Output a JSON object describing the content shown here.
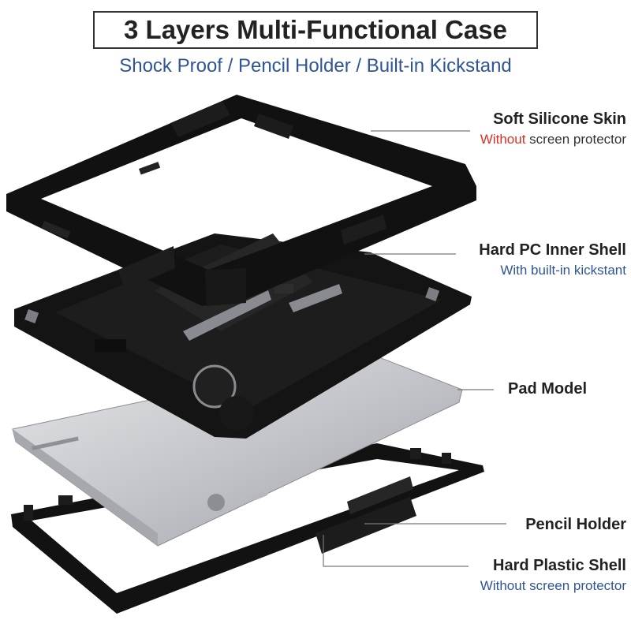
{
  "header": {
    "title": "3 Layers Multi-Functional Case",
    "subtitle": "Shock Proof / Pencil Holder / Built-in Kickstand"
  },
  "callouts": {
    "skin": {
      "title": "Soft Silicone Skin",
      "note_highlight": "Without",
      "note_rest": " screen protector"
    },
    "inner_shell": {
      "title": "Hard PC Inner Shell",
      "note": "With built-in kickstant"
    },
    "pad": {
      "title": "Pad Model"
    },
    "pencil": {
      "title": "Pencil Holder"
    },
    "outer_shell": {
      "title": "Hard Plastic Shell",
      "note": "Without screen protector"
    }
  },
  "colors": {
    "heading": "#222222",
    "accent_blue": "#2f5597",
    "warning_red": "#d93025",
    "case_black": "#111111",
    "tablet_silver": "#c9cacf"
  }
}
